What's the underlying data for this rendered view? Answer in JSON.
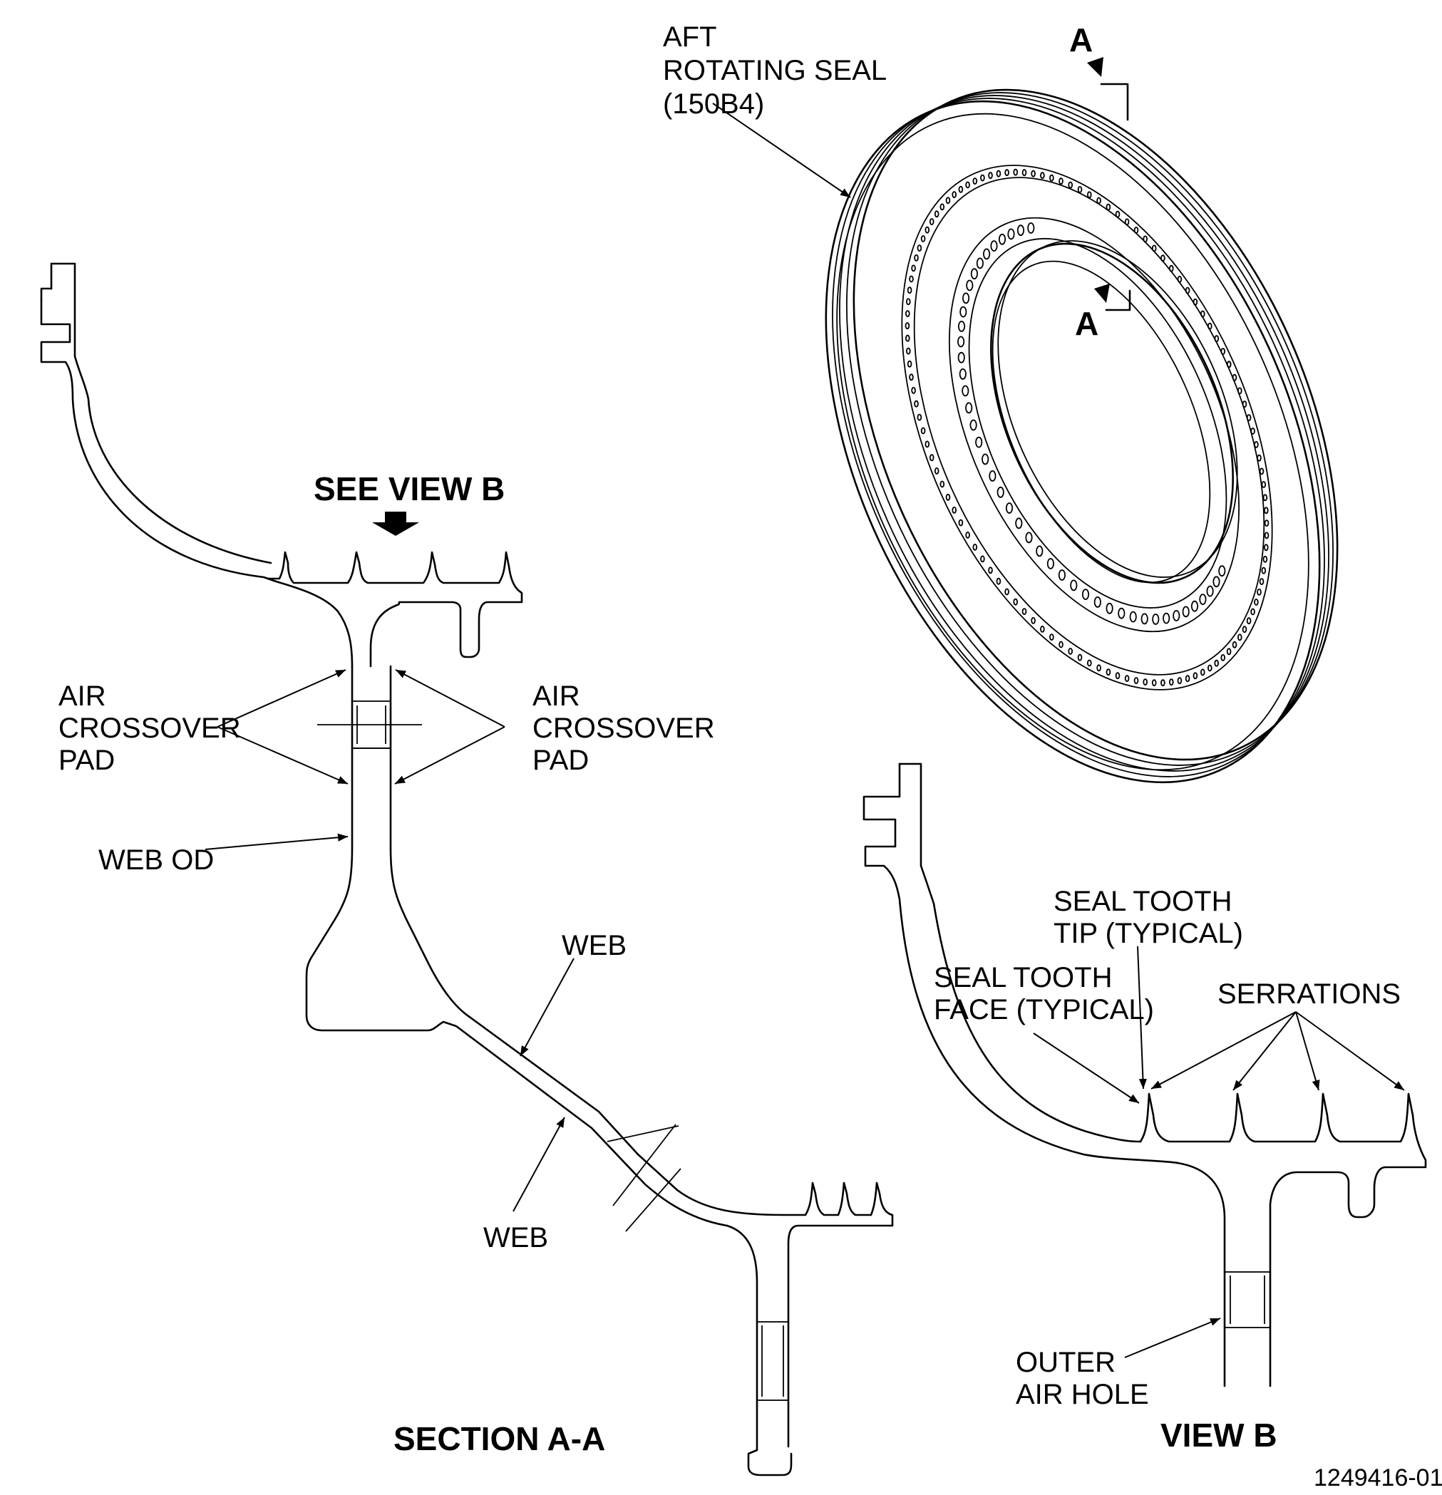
{
  "labels": {
    "aft_seal_1": "AFT",
    "aft_seal_2": "ROTATING SEAL",
    "aft_seal_3": "(150B4)",
    "section_marker_top": "A",
    "section_marker_bottom": "A",
    "see_view_b": "SEE VIEW B",
    "air_crossover_left_1": "AIR",
    "air_crossover_left_2": "CROSSOVER",
    "air_crossover_left_3": "PAD",
    "air_crossover_right_1": "AIR",
    "air_crossover_right_2": "CROSSOVER",
    "air_crossover_right_3": "PAD",
    "web_od": "WEB OD",
    "web_upper": "WEB",
    "web_lower": "WEB",
    "seal_tooth_tip_1": "SEAL TOOTH",
    "seal_tooth_tip_2": "TIP (TYPICAL)",
    "seal_tooth_face_1": "SEAL TOOTH",
    "seal_tooth_face_2": "FACE (TYPICAL)",
    "serrations": "SERRATIONS",
    "outer_air_hole_1": "OUTER",
    "outer_air_hole_2": "AIR HOLE",
    "section_title": "SECTION A-A",
    "view_title": "VIEW B",
    "drawing_number": "1249416-01"
  }
}
